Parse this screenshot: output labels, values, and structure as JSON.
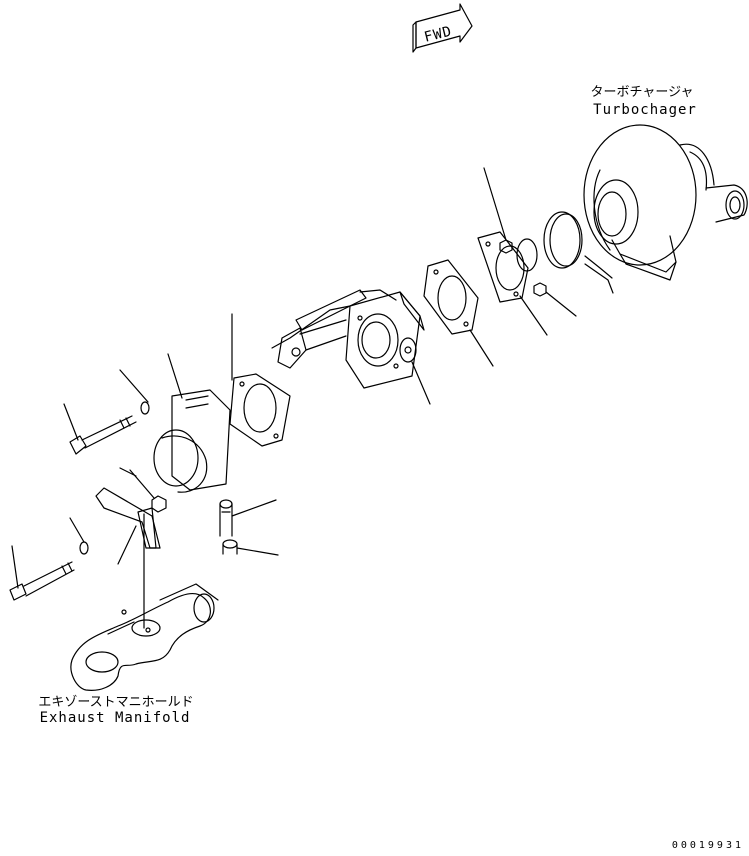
{
  "fwd_label": "FWD",
  "turbo_label_jp": "ターボチャージャ",
  "turbo_label_en": "Turbochager",
  "manifold_label_jp": "エキゾーストマニホールド",
  "manifold_label_en": "Exhaust Manifold",
  "document_number": "00019931"
}
